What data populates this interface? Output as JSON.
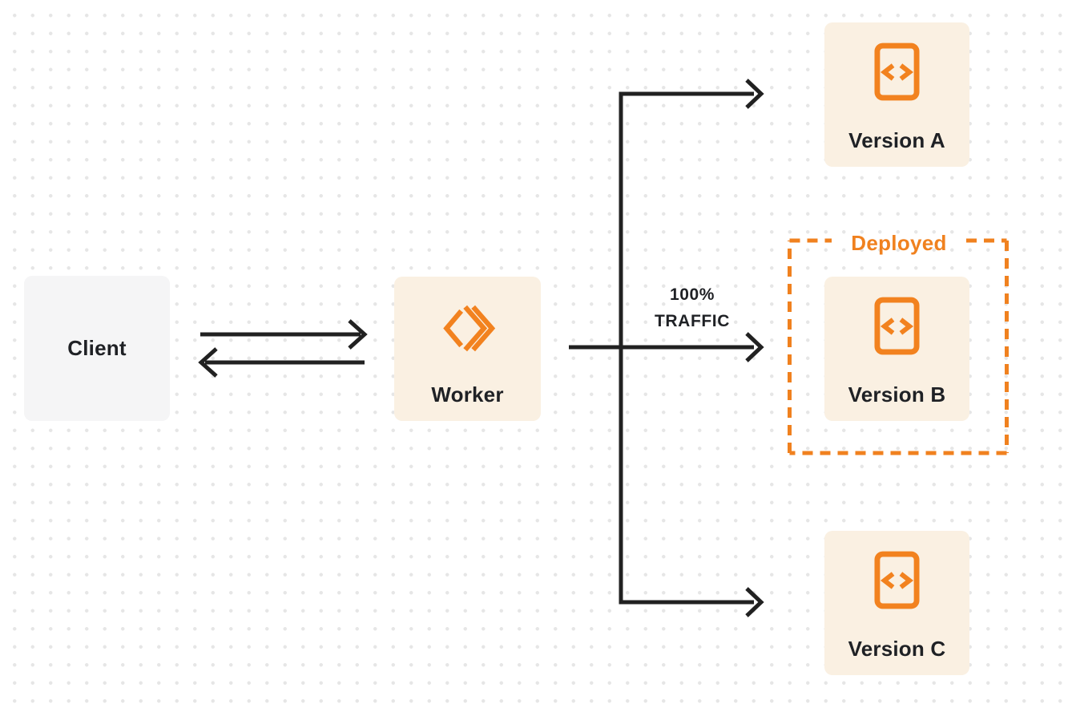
{
  "diagram": {
    "client": {
      "label": "Client"
    },
    "worker": {
      "label": "Worker",
      "icon": "cloudflare-workers-icon"
    },
    "traffic": {
      "line1": "100%",
      "line2": "TRAFFIC"
    },
    "deployed": {
      "label": "Deployed"
    },
    "versions": [
      {
        "label": "Version A",
        "icon": "code-file-icon",
        "deployed": false
      },
      {
        "label": "Version B",
        "icon": "code-file-icon",
        "deployed": true
      },
      {
        "label": "Version C",
        "icon": "code-file-icon",
        "deployed": false
      }
    ],
    "colors": {
      "accent_orange": "#f2821f",
      "node_cream": "#faf0e2",
      "node_gray": "#f5f5f6",
      "arrow_dark": "#212121",
      "dot_grid": "#e6e6e6",
      "text_dark": "#1f2125"
    }
  }
}
